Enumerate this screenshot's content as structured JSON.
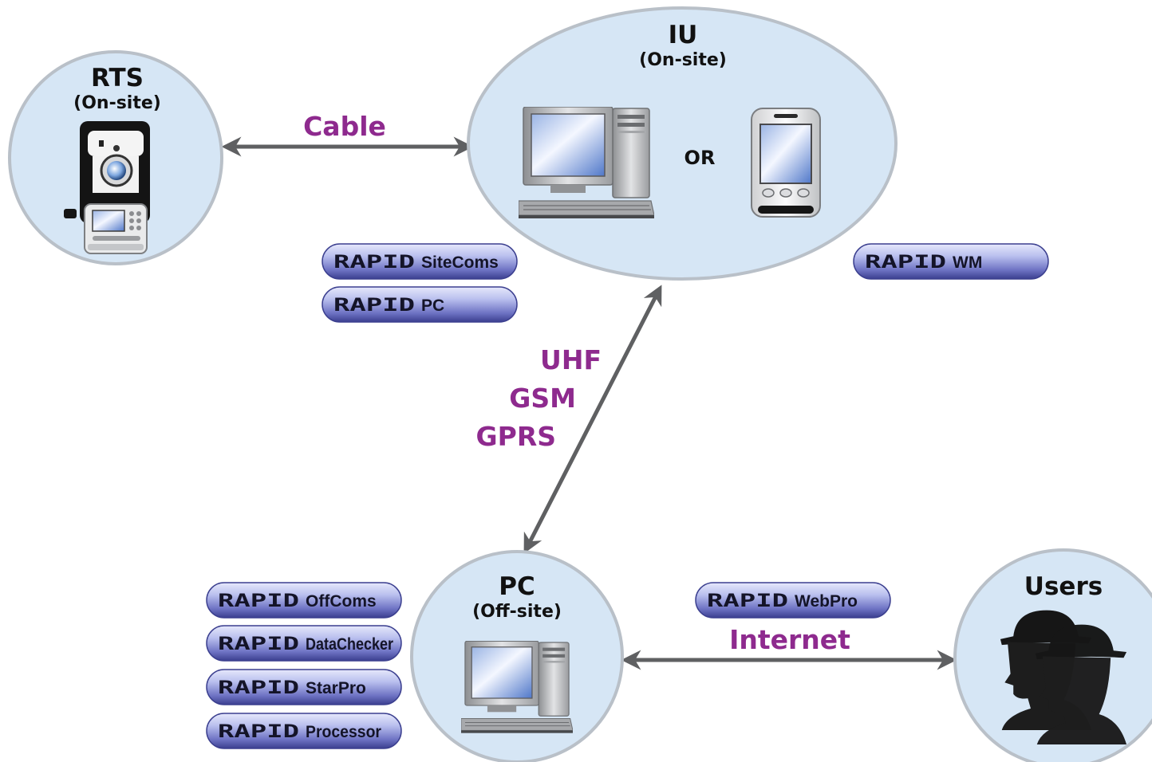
{
  "colors": {
    "node_fill": "#d6e6f5",
    "node_stroke": "#b9c0c8",
    "arrow": "#5f6062",
    "link_label": "#8e2a8e",
    "pill_light": "#c3c8ef",
    "pill_dark": "#4a4fa1"
  },
  "nodes": {
    "rts": {
      "title": "RTS",
      "subtitle": "(On-site)",
      "icon": "total-station-icon"
    },
    "iu": {
      "title": "IU",
      "subtitle": "(On-site)",
      "or_text": "OR",
      "icons": [
        "desktop-computer-icon",
        "handheld-device-icon"
      ]
    },
    "pc": {
      "title": "PC",
      "subtitle": "(Off-site)",
      "icon": "desktop-computer-icon"
    },
    "users": {
      "title": "Users",
      "icon": "hardhat-users-icon"
    }
  },
  "links": {
    "cable": {
      "label": "Cable"
    },
    "wireless": {
      "labels": [
        "UHF",
        "GSM",
        "GPRS"
      ]
    },
    "internet": {
      "label": "Internet"
    }
  },
  "software": {
    "brand": "RAPID",
    "iu_pc_group": [
      "SiteComs",
      "PC"
    ],
    "iu_mobile": "WM",
    "pc_group": [
      "OffComs",
      "DataChecker",
      "StarPro",
      "Processor"
    ],
    "users_link": "WebPro"
  }
}
